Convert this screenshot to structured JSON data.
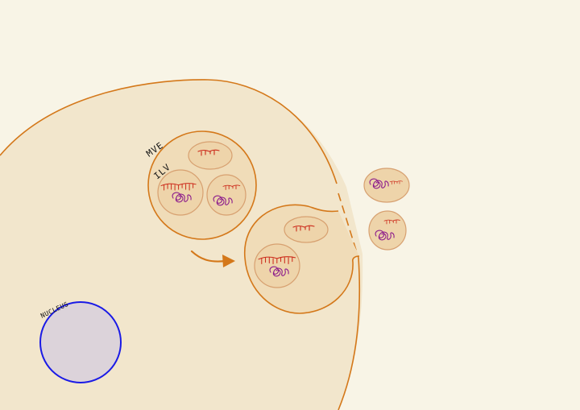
{
  "labels": {
    "mve": "MVE",
    "ilv": "ILV",
    "nucleus": "NUCLEUS"
  },
  "colors": {
    "background": "#f8f4e6",
    "cytoplasm": "#f2e6cc",
    "membrane": "#d4781a",
    "mve_fill": "#f0dcb8",
    "ilv_fill": "#eed4aa",
    "ilv_stroke": "#d7a070",
    "nucleus_fill": "#dcd3da",
    "nucleus_stroke": "#1a1ae6",
    "rna": "#cc2a1a",
    "dna": "#8b1a8b",
    "arrow": "#d4781a"
  },
  "icons": {
    "rna": "rna-comb-glyph",
    "dna": "dna-tangle-glyph",
    "arrow": "arrow-right-icon"
  }
}
